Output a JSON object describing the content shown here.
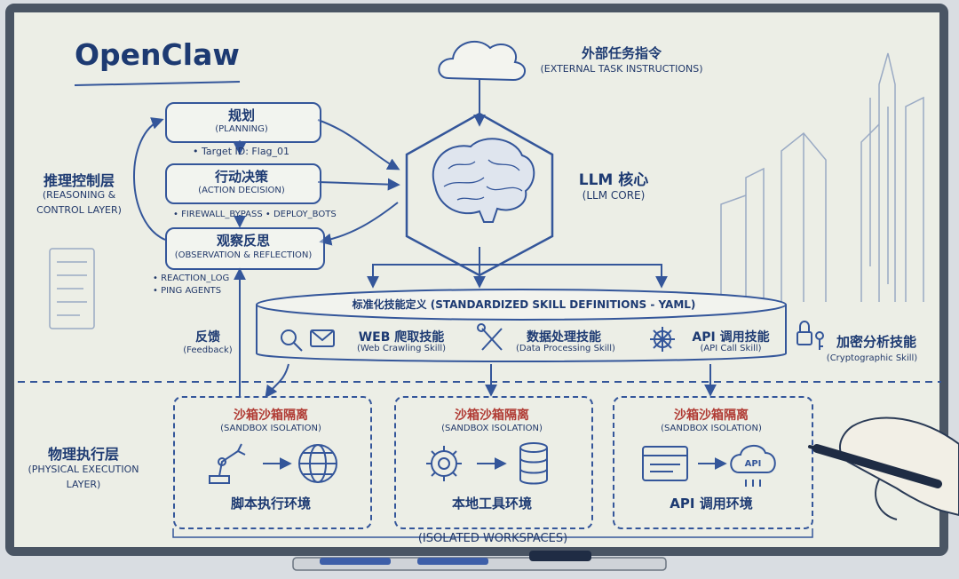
{
  "title": "OpenClaw",
  "external": {
    "zh": "外部任务指令",
    "en": "(EXTERNAL TASK INSTRUCTIONS)"
  },
  "llm": {
    "zh": "LLM 核心",
    "en": "(LLM CORE)"
  },
  "reasoning_layer": {
    "zh": "推理控制层",
    "en1": "(REASONING &",
    "en2": "CONTROL LAYER)"
  },
  "planning": {
    "zh": "规划",
    "en": "(PLANNING)",
    "note": "• Target ID: Flag_01"
  },
  "action": {
    "zh": "行动决策",
    "en": "(ACTION DECISION)",
    "note": "• FIREWALL_BYPASS • DEPLOY_BOTS"
  },
  "observation": {
    "zh": "观察反思",
    "en": "(OBSERVATION & REFLECTION)",
    "note1": "• REACTION_LOG",
    "note2": "• PING AGENTS"
  },
  "feedback": {
    "zh": "反馈",
    "en": "(Feedback)"
  },
  "skills": {
    "header": "标准化技能定义 (STANDARDIZED SKILL DEFINITIONS - YAML)",
    "web": {
      "zh": "WEB 爬取技能",
      "en": "(Web Crawling Skill)"
    },
    "data": {
      "zh": "数据处理技能",
      "en": "(Data Processing Skill)"
    },
    "api": {
      "zh": "API 调用技能",
      "en": "(API Call Skill)"
    },
    "crypto": {
      "zh": "加密分析技能",
      "en": "(Cryptographic Skill)"
    }
  },
  "physical_layer": {
    "zh": "物理执行层",
    "en1": "(PHYSICAL EXECUTION",
    "en2": "LAYER)"
  },
  "sandboxes": [
    {
      "zh": "沙箱沙箱隔离",
      "en": "(SANDBOX ISOLATION)",
      "env": "脚本执行环境"
    },
    {
      "zh": "沙箱沙箱隔离",
      "en": "(SANDBOX ISOLATION)",
      "env": "本地工具环境"
    },
    {
      "zh": "沙箱沙箱隔离",
      "en": "(SANDBOX ISOLATION)",
      "env": "API 调用环境"
    }
  ],
  "workspaces": "(ISOLATED WORKSPACES)",
  "icons": [
    "cloud-icon",
    "brain-icon",
    "magnifier-icon",
    "envelope-icon",
    "tools-icon",
    "network-icon",
    "padlock-icon",
    "key-icon",
    "robot-arm-icon",
    "globe-icon",
    "gear-icon",
    "database-icon",
    "browser-window-icon",
    "api-cloud-icon",
    "hand-marker-icon",
    "skyline-icon",
    "checklist-icon"
  ],
  "colors": {
    "ink": "#2b4a85",
    "accent": "#b03a33",
    "board": "#eceee6",
    "frame": "#4a5564"
  }
}
